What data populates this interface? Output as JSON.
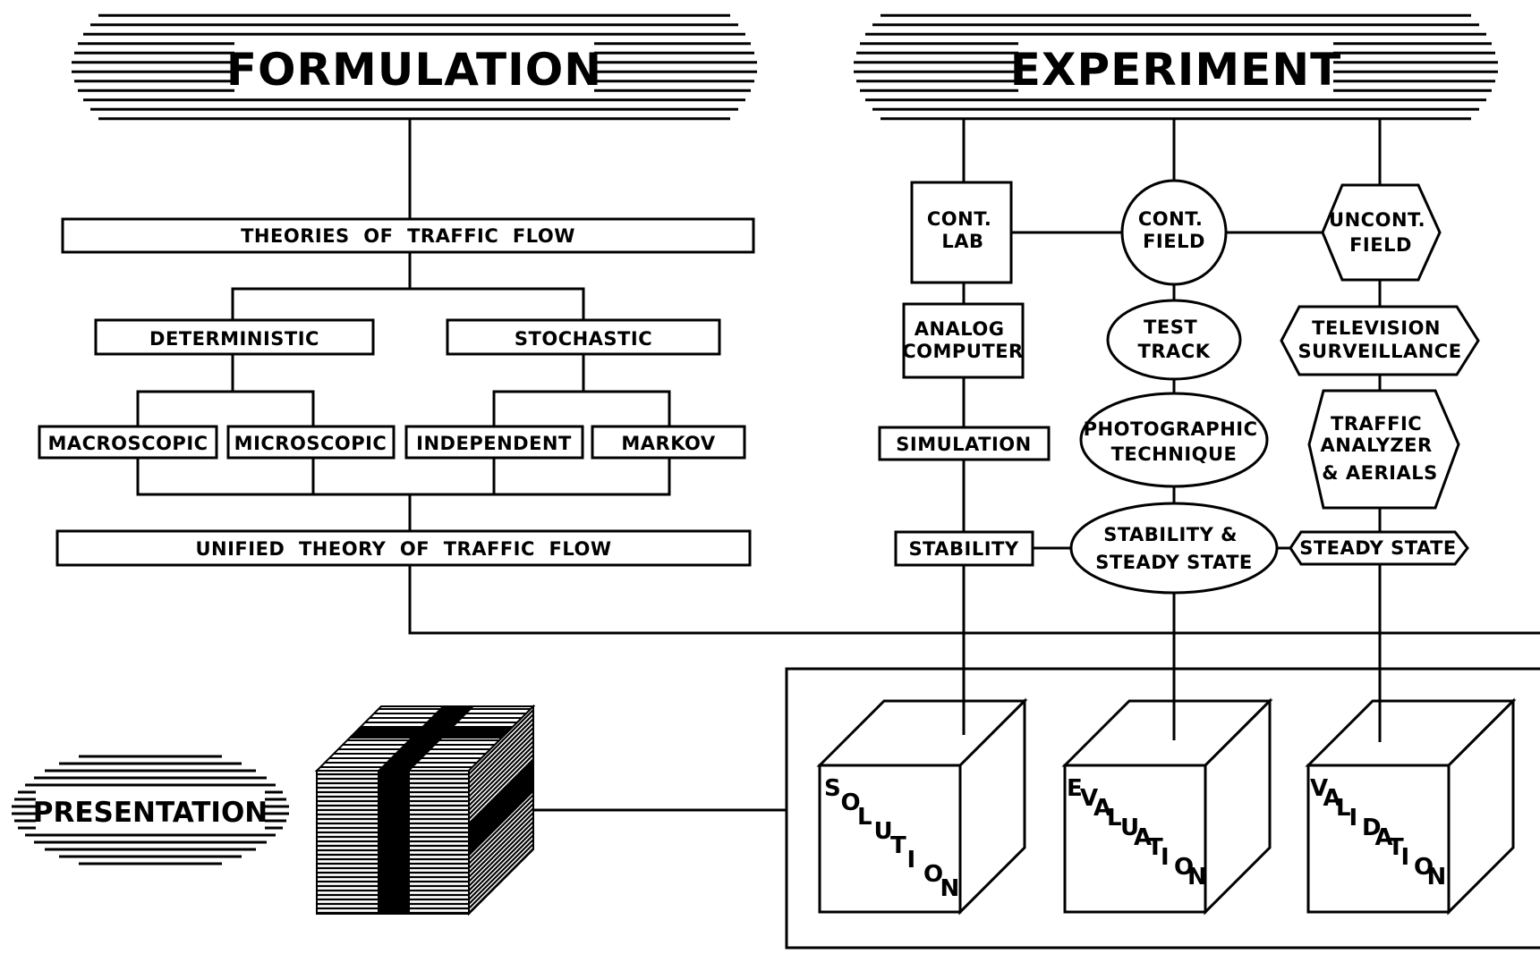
{
  "headers": {
    "formulation": "FORMULATION",
    "experiment": "EXPERIMENT",
    "presentation": "PRESENTATION"
  },
  "formulation": {
    "theories": "THEORIES  OF  TRAFFIC  FLOW",
    "deterministic": "DETERMINISTIC",
    "stochastic": "STOCHASTIC",
    "macroscopic": "MACROSCOPIC",
    "microscopic": "MICROSCOPIC",
    "independent": "INDEPENDENT",
    "markov": "MARKOV",
    "unified": "UNIFIED  THEORY  OF  TRAFFIC  FLOW"
  },
  "experiment": {
    "cont_lab": [
      "CONT.",
      "LAB"
    ],
    "cont_field": [
      "CONT.",
      "FIELD"
    ],
    "uncont_field": [
      "UNCONT.",
      "FIELD"
    ],
    "analog_computer": [
      "ANALOG",
      "COMPUTER"
    ],
    "test_track": [
      "TEST",
      "TRACK"
    ],
    "television_surveillance": [
      "TELEVISION",
      "SURVEILLANCE"
    ],
    "simulation": "SIMULATION",
    "photographic_technique": [
      "PHOTOGRAPHIC",
      "TECHNIQUE"
    ],
    "traffic_analyzer": [
      "TRAFFIC",
      "ANALYZER",
      "& AERIALS"
    ],
    "stability": "STABILITY",
    "stability_steady": [
      "STABILITY &",
      "STEADY STATE"
    ],
    "steady_state": "STEADY STATE"
  },
  "cubes": {
    "solution": "SOLUTION",
    "evaluation": "EVALUATION",
    "validation": "VALIDATION"
  }
}
